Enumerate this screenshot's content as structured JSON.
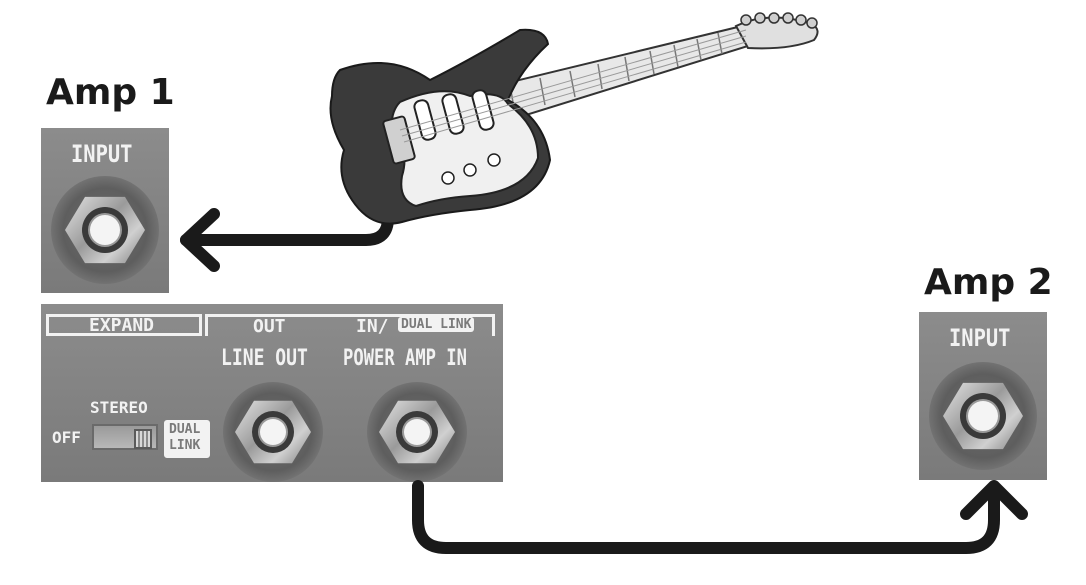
{
  "amp1": {
    "title": "Amp 1",
    "input_label": "INPUT"
  },
  "amp2": {
    "title": "Amp 2",
    "input_label": "INPUT"
  },
  "front_panel": {
    "expand_label": "EXPAND",
    "out_label": "OUT",
    "in_label": "IN/",
    "dual_link_badge": "DUAL LINK",
    "line_out_label": "LINE OUT",
    "power_amp_in_label": "POWER AMP IN",
    "stereo_label": "STEREO",
    "off_label": "OFF",
    "dual_label": "DUAL",
    "link_label": "LINK"
  },
  "icons": {
    "guitar": "electric-guitar-icon",
    "arrow_to_amp1": "arrow-left-icon",
    "arrow_to_amp2": "arrow-up-icon"
  },
  "colors": {
    "plate_grey": "#858585",
    "cable": "#1a1a1a",
    "text_light": "#f2f2f2"
  }
}
